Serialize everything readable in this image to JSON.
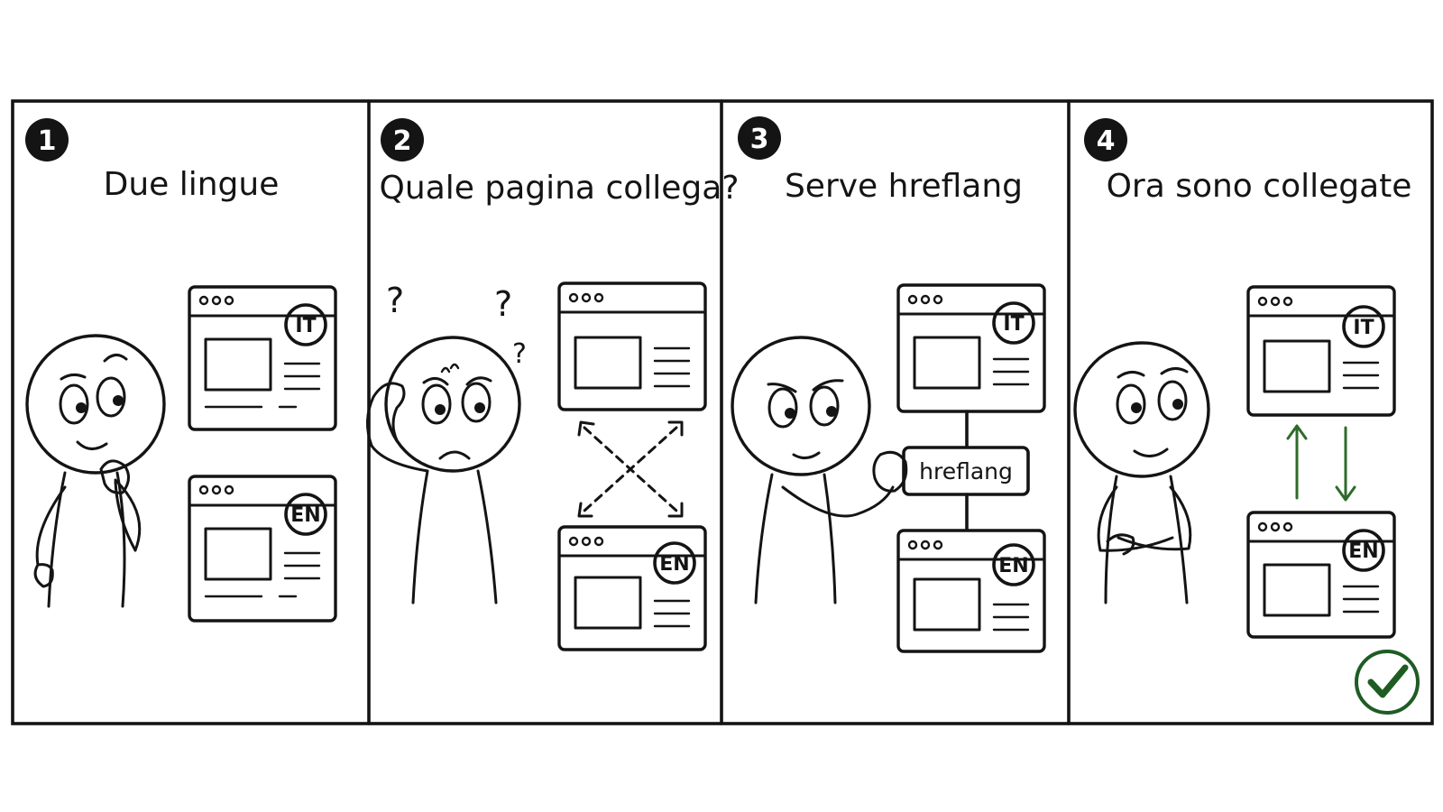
{
  "panels": [
    {
      "number": "1",
      "title": "Due lingue"
    },
    {
      "number": "2",
      "title": "Quale pagina collega?"
    },
    {
      "number": "3",
      "title": "Serve hreflang"
    },
    {
      "number": "4",
      "title": "Ora sono collegate"
    }
  ],
  "labels": {
    "it": "IT",
    "en": "EN",
    "hreflang_tag": "hreflang",
    "question_mark": "?"
  },
  "icons": {
    "confusion": "question-marks-icon",
    "success": "checkmark-icon"
  },
  "colors": {
    "ink": "#141414",
    "link_arrows": "#2e6b2a",
    "check": "#1f5c23"
  }
}
